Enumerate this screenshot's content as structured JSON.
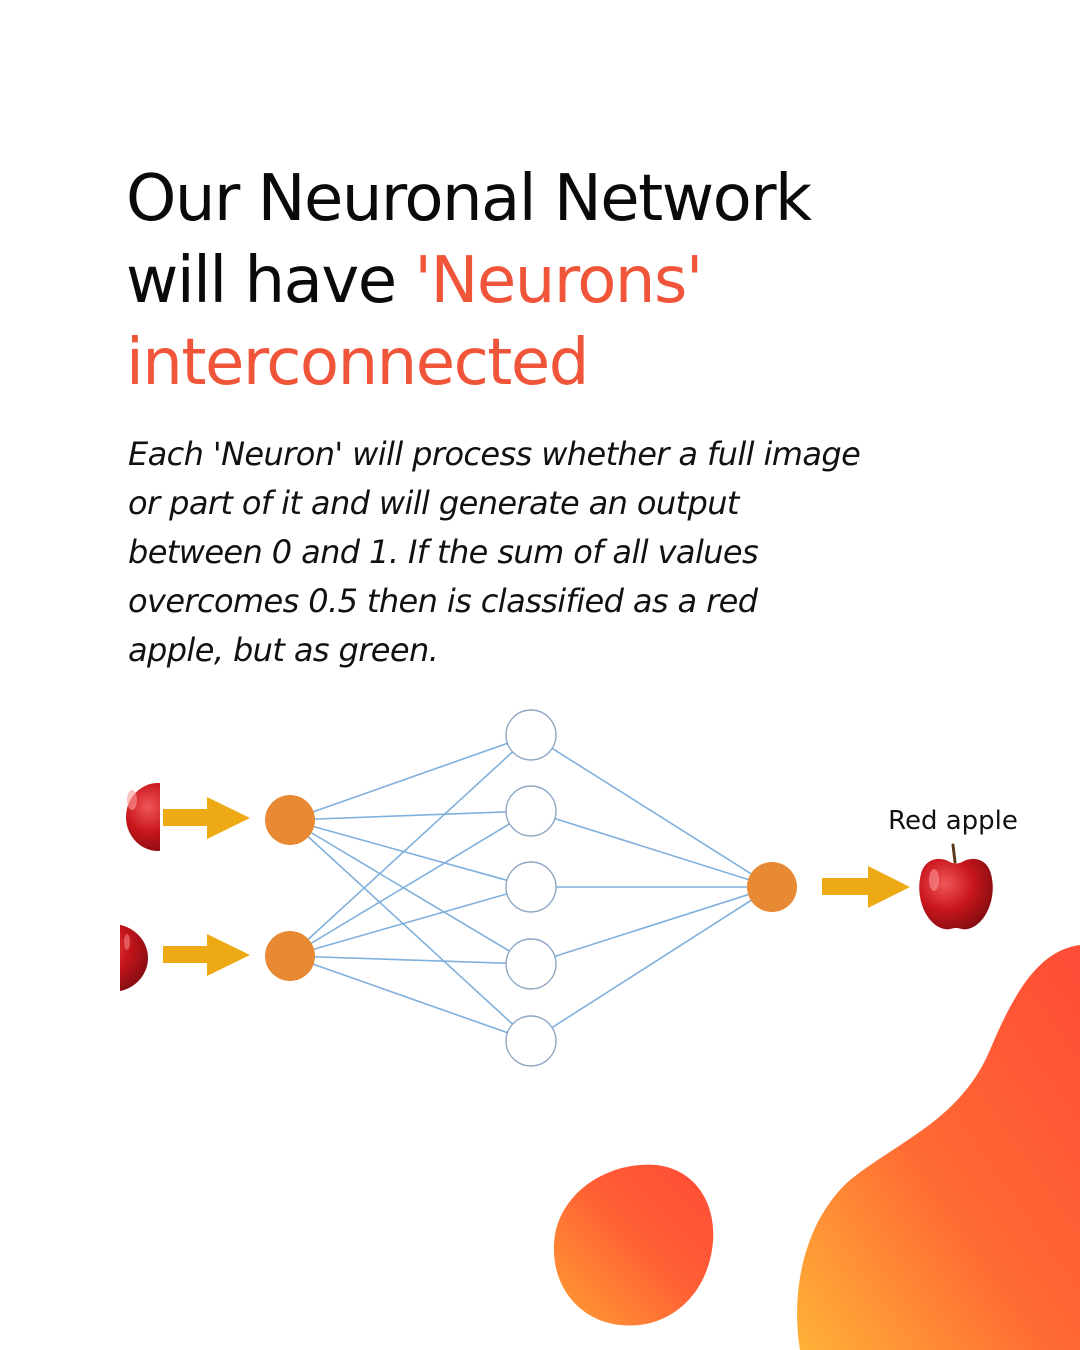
{
  "headline": {
    "line1": "Our Neuronal Network",
    "line2_plain": "will have ",
    "line2_accent": "'Neurons'",
    "line3_accent": "interconnected"
  },
  "body": {
    "lines": [
      "Each 'Neuron' will process whether a full image",
      "or part of it and will generate an output",
      "between 0 and 1. If the sum of all values",
      "overcomes 0.5 then is classified as a red",
      "apple, but as green."
    ]
  },
  "diagram": {
    "output_label": "Red apple",
    "input_nodes": 2,
    "hidden_nodes": 5,
    "output_nodes": 1
  },
  "colors": {
    "accent": "#f0553a",
    "node_orange": "#e88a33",
    "arrow_yellow": "#eeaa14",
    "connection_blue": "#7eaedc",
    "apple_red": "#c3161c",
    "blob_gradient_start": "#ff9a2e",
    "blob_gradient_end": "#ff4d36"
  }
}
